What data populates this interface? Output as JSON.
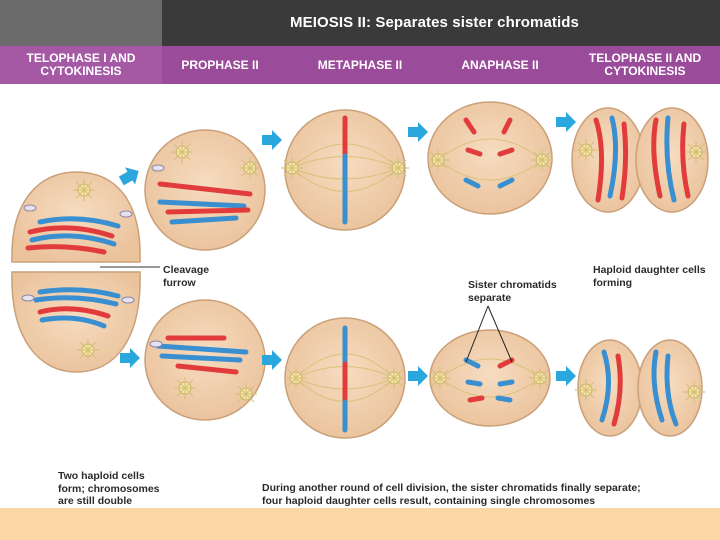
{
  "header": {
    "title": "MEIOSIS II: Separates sister chromatids"
  },
  "phases": {
    "telophase1": "TELOPHASE I AND\nCYTOKINESIS",
    "prophase2": "PROPHASE II",
    "metaphase2": "METAPHASE II",
    "anaphase2": "ANAPHASE II",
    "telophase2": "TELOPHASE II AND\nCYTOKINESIS"
  },
  "labels": {
    "cleavage": "Cleavage\nfurrow",
    "sister": "Sister chromatids\nseparate",
    "haploid": "Haploid daughter cells\nforming",
    "two_cells": "Two haploid cells\nform; chromosomes\nare still double",
    "summary": "During another round of cell division, the sister chromatids finally separate;\nfour haploid daughter cells result, containing single chromosomes"
  },
  "colors": {
    "cell_fill": "#f2cfae",
    "cell_stroke": "#c9a07a",
    "red_chromosome": "#e23b3b",
    "blue_chromosome": "#3a8fd0",
    "arrow": "#2aa7dd",
    "phase_bar": "#9a4b9a"
  }
}
